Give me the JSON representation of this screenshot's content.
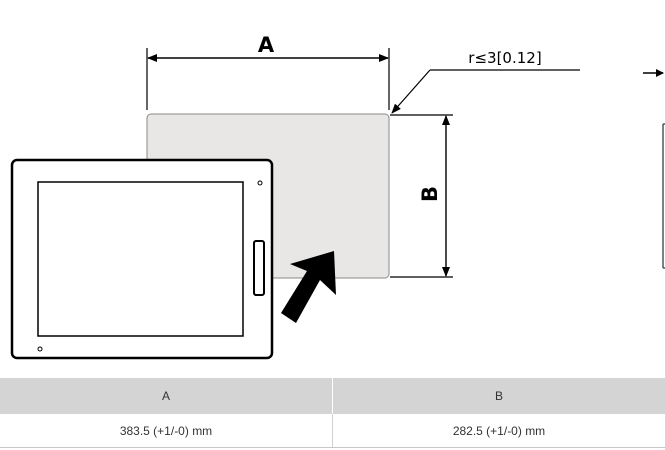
{
  "diagram": {
    "label_a": "A",
    "label_b": "B",
    "radius_note": "r≤3[0.12]",
    "colors": {
      "cutout_fill": "#e8e7e5",
      "line": "#000000",
      "table_header": "#d4d4d4"
    }
  },
  "table": {
    "headers": [
      "A",
      "B"
    ],
    "rows": [
      [
        "383.5 (+1/-0) mm",
        "282.5 (+1/-0) mm"
      ]
    ]
  }
}
